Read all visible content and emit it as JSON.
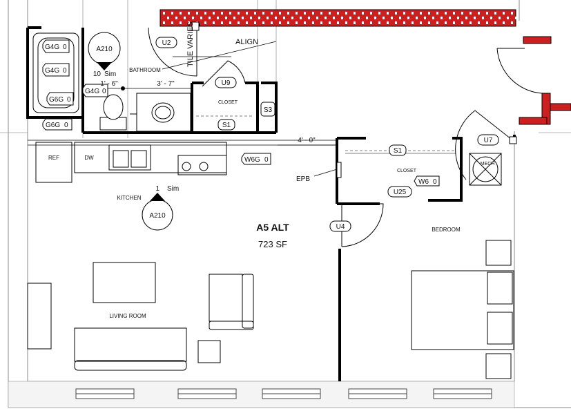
{
  "unit": {
    "name": "A5 ALT",
    "area": "723 SF"
  },
  "rooms": {
    "bathroom": "BATHROOM",
    "closet_bath": "CLOSET",
    "closet_bed": "CLOSET",
    "kitchen": "KITCHEN",
    "living": "LIVING ROOM",
    "bedroom": "BEDROOM",
    "mech": "MECH"
  },
  "fixtures": {
    "ref": "REF",
    "dw": "DW"
  },
  "annotations": {
    "align": "ALIGN",
    "tile_varies": "TILE VARIES",
    "epb": "EPB",
    "dim_1": "1' - 6\"",
    "dim_2": "3' - 7\"",
    "dim_3": "4' - 0\""
  },
  "section_markers": {
    "bath": {
      "sheet": "A210",
      "number": "10",
      "note": "Sim"
    },
    "kitchen": {
      "sheet": "A210",
      "number": "1",
      "note": "Sim"
    }
  },
  "door_tags": {
    "u2": "U2",
    "u9": "U9",
    "u7": "U7",
    "u25": "U25",
    "u4": "U4",
    "s1_a": "S1",
    "s1_b": "S1",
    "s3": "S3"
  },
  "wall_tags": {
    "g4g_1": "G4G",
    "g4g_1_n": "0",
    "g4g_2": "G4G",
    "g4g_2_n": "0",
    "g6g_1": "G6G",
    "g6g_1_n": "0",
    "g4g_3": "G4G",
    "g4g_3_n": "0",
    "g6g_2": "G6G",
    "g6g_2_n": "0",
    "w6g": "W6G",
    "w6g_n": "0",
    "w6": "W6",
    "w6_n": "0"
  },
  "colors": {
    "wall": "#000000",
    "brick": "#cc1f1f",
    "line": "#555555",
    "grey": "#999999"
  }
}
